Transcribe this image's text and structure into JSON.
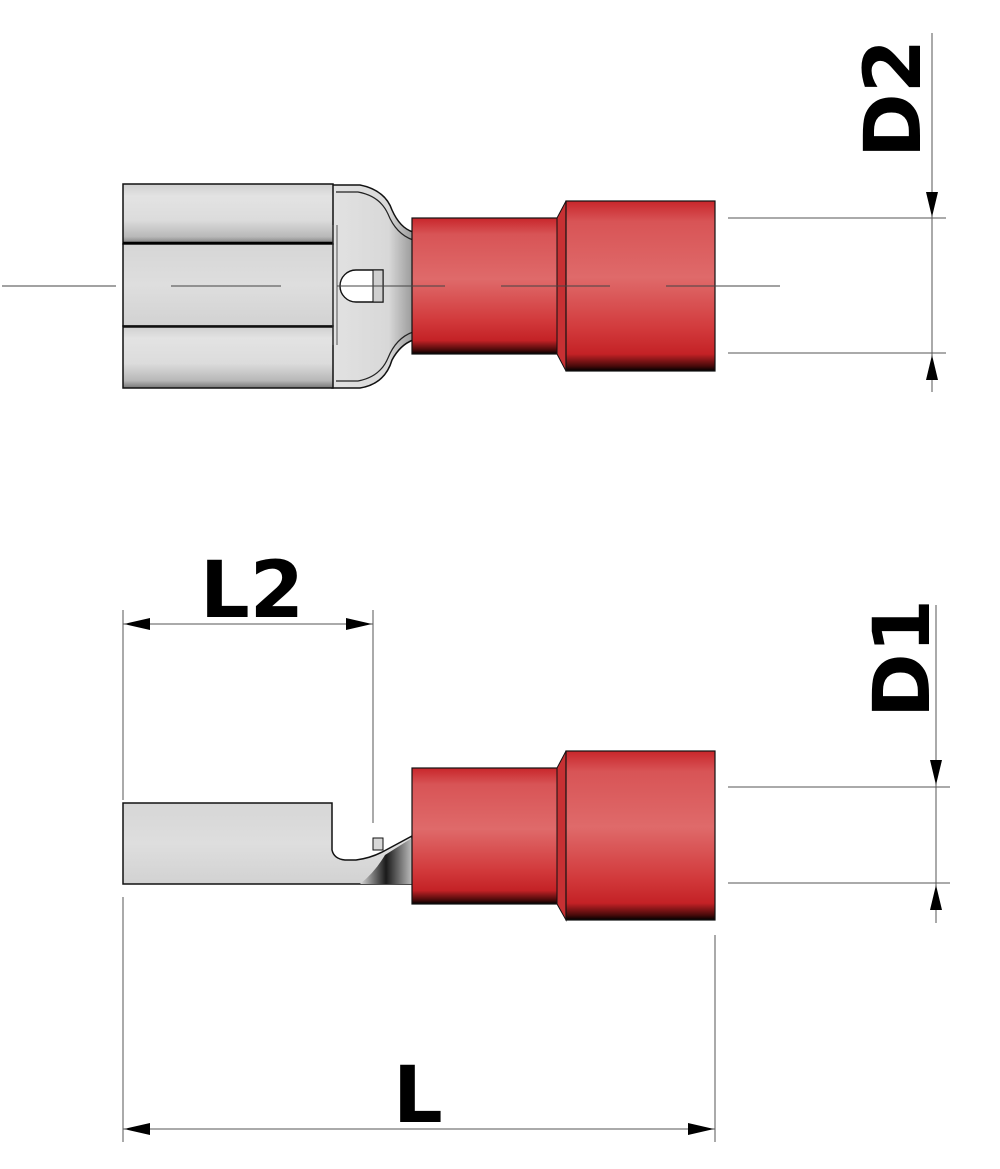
{
  "diagram": {
    "subject": "Insulated female spade connector (faston), red",
    "views": [
      {
        "name": "top-view",
        "description": "Top view showing receptacle, neck and red insulation sleeve"
      },
      {
        "name": "side-view",
        "description": "Side view showing tab and red insulation sleeve"
      }
    ],
    "dimensions": {
      "d2": {
        "label": "D2",
        "description": "Outer diameter of insulation (top view)"
      },
      "d1": {
        "label": "D1",
        "description": "Inner diameter of insulation (side view)"
      },
      "l2": {
        "label": "L2",
        "description": "Length of receptacle"
      },
      "l": {
        "label": "L",
        "description": "Overall length"
      }
    },
    "colors": {
      "insulation": "#d9474b",
      "insulation_dark": "#c42226",
      "metal": "#dcdcdc",
      "outline": "#111111",
      "dimension_line": "#555555"
    }
  }
}
